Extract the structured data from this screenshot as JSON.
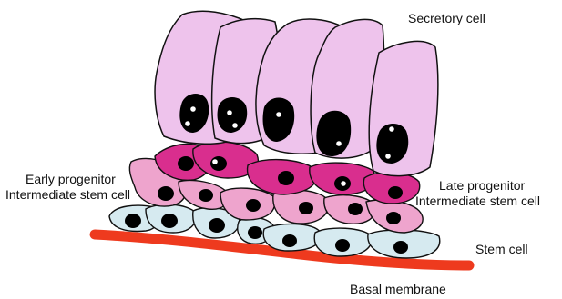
{
  "labels": {
    "secretory_cell": "Secretory cell",
    "early_progenitor": "Early progenitor",
    "early_intermediate": "Intermediate stem cell",
    "late_progenitor": "Late progenitor",
    "late_intermediate": "Intermediate stem cell",
    "stem_cell": "Stem cell",
    "basal_membrane": "Basal membrane"
  },
  "colors": {
    "secretory_cell_fill": "#eec3ec",
    "late_progenitor_fill": "#d92e8e",
    "early_progenitor_fill": "#eea4cd",
    "stem_cell_fill": "#d6eaf0",
    "basal_membrane": "#ee3a1e",
    "nucleus": "#000000",
    "outline": "#111111"
  }
}
